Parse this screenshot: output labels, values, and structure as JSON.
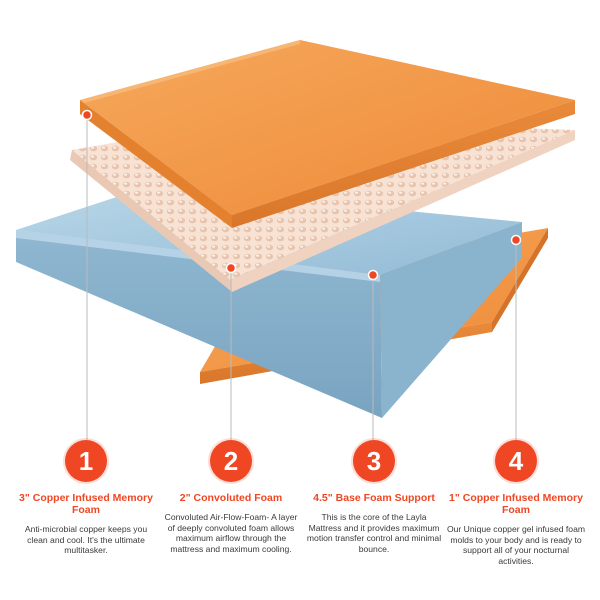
{
  "colors": {
    "accent": "#ef4623",
    "copper_foam": "#f0923f",
    "base_foam": "#a9cbe0",
    "convoluted_foam": "#f6dccb"
  },
  "layers": [
    {
      "number": "1",
      "title": "3\" Copper Infused Memory Foam",
      "description": "Anti-microbial copper keeps you clean and cool. It's the ultimate multitasker."
    },
    {
      "number": "2",
      "title": "2\" Convoluted Foam",
      "description": "Convoluted Air-Flow-Foam- A layer of deeply convoluted foam allows maximum airflow through the mattress and maximum cooling."
    },
    {
      "number": "3",
      "title": "4.5\" Base Foam Support",
      "description": "This is the core of the Layla Mattress and it provides maximum motion transfer control and minimal bounce."
    },
    {
      "number": "4",
      "title": "1\" Copper Infused Memory Foam",
      "description": "Our Unique copper gel infused foam molds to your body and is ready to support all of your nocturnal activities."
    }
  ]
}
